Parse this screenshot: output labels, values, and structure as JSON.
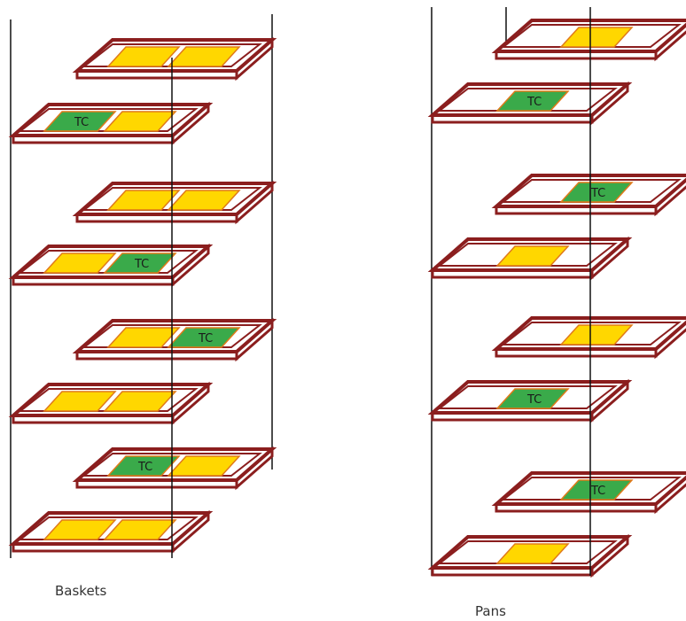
{
  "colors": {
    "tray_border": "#8b1e1e",
    "tray_fill": "#ffffff",
    "item_yellow": "#ffd700",
    "item_green": "#3aaa4a",
    "item_outline": "#e07a1a",
    "hanger_line": "#111111"
  },
  "tag_text": "TC",
  "baskets": {
    "label": "Baskets",
    "trays": [
      {
        "items": [
          "yellow",
          "yellow"
        ]
      },
      {
        "items": [
          "green",
          "yellow"
        ]
      },
      {
        "items": [
          "yellow",
          "yellow"
        ]
      },
      {
        "items": [
          "yellow",
          "green"
        ]
      },
      {
        "items": [
          "yellow",
          "green"
        ]
      },
      {
        "items": [
          "yellow",
          "yellow"
        ]
      },
      {
        "items": [
          "green",
          "yellow"
        ]
      },
      {
        "items": [
          "yellow",
          "yellow"
        ]
      }
    ]
  },
  "pans": {
    "label": "Pans",
    "trays": [
      {
        "items": [
          "yellow"
        ]
      },
      {
        "items": [
          "green"
        ]
      },
      {
        "items": [
          "green"
        ]
      },
      {
        "items": [
          "yellow"
        ]
      },
      {
        "items": [
          "yellow"
        ]
      },
      {
        "items": [
          "green"
        ]
      },
      {
        "items": [
          "green"
        ]
      },
      {
        "items": [
          "yellow"
        ]
      }
    ]
  }
}
